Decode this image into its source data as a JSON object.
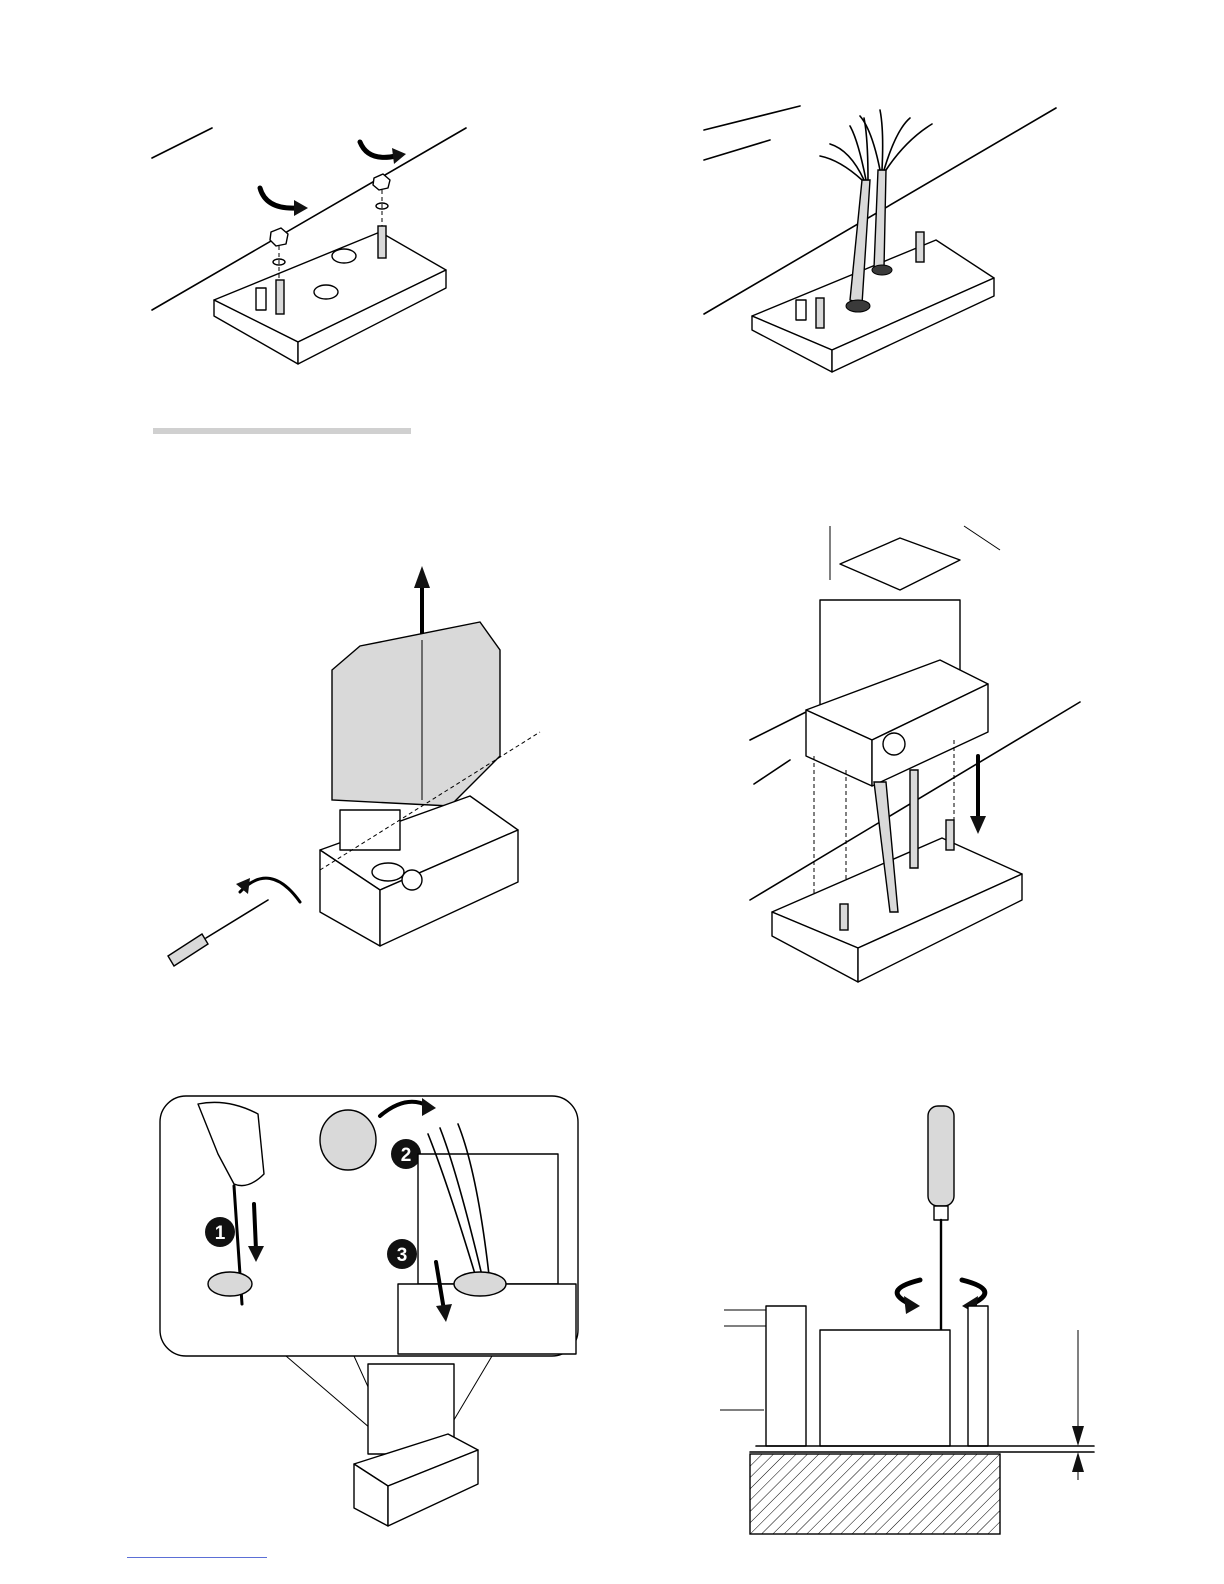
{
  "figures": [
    {
      "id": "fig-a",
      "description_hidden": ""
    },
    {
      "id": "fig-b"
    },
    {
      "id": "fig-c"
    },
    {
      "id": "fig-d"
    },
    {
      "id": "fig-e"
    },
    {
      "id": "fig-f"
    }
  ],
  "badges": {
    "step_1": "1",
    "step_2": "2",
    "step_3": "3"
  },
  "colors": {
    "line": "#000000",
    "section_rule": "#d0d0d0",
    "link_line": "#5b6fd6",
    "badge_fill": "#111111"
  },
  "icons": {
    "rotate_arrow": "curved-arrow-icon",
    "lift_arrow": "arrow-up-icon",
    "lower_arrow": "arrow-down-icon",
    "screwdriver": "screwdriver-icon",
    "cable_bundle": "cables-icon"
  }
}
